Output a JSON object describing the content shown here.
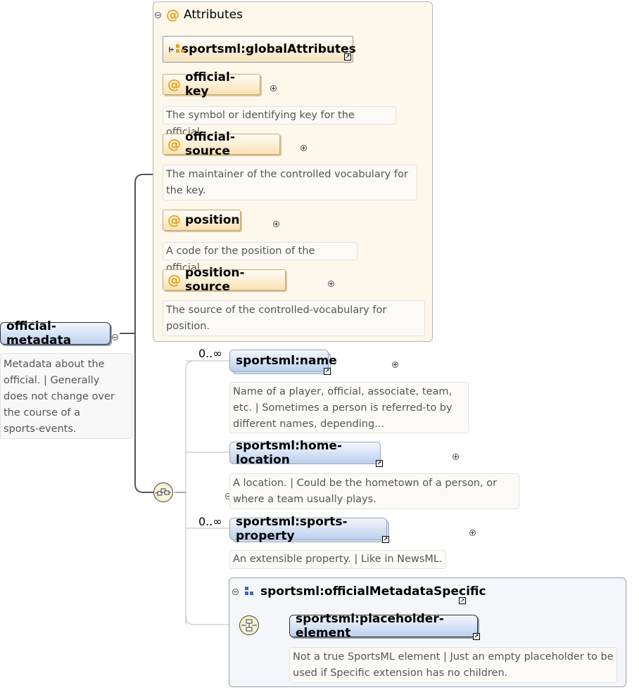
{
  "root": {
    "name": "official-metadata",
    "doc": [
      "Metadata about the",
      "official. | Generally",
      "does not change over",
      "the course of a",
      "sports-events."
    ]
  },
  "attributes": {
    "title": "Attributes",
    "group": "sportsml:globalAttributes",
    "items": [
      {
        "name": "official-key",
        "doc": [
          "The symbol or identifying key for the official."
        ]
      },
      {
        "name": "official-source",
        "doc": [
          "The maintainer of the controlled vocabulary for",
          "the key."
        ]
      },
      {
        "name": "position",
        "doc": [
          "A code for the position of the official."
        ]
      },
      {
        "name": "position-source",
        "doc": [
          "The source of the controlled-vocabulary for",
          "position."
        ]
      }
    ]
  },
  "children": [
    {
      "name": "sportsml:name",
      "occurs": "0..∞",
      "doc": [
        "Name of a player, official, associate, team,",
        "etc. | Sometimes a person is referred-to by",
        "different names, depending..."
      ]
    },
    {
      "name": "sportsml:home-location",
      "occurs": "",
      "doc": [
        "A location. | Could be the hometown of a person, or",
        "where a team usually plays."
      ]
    },
    {
      "name": "sportsml:sports-property",
      "occurs": "0..∞",
      "doc": [
        "An extensible property. | Like in NewsML."
      ]
    }
  ],
  "specific": {
    "group": "sportsml:officialMetadataSpecific",
    "element": "sportsml:placeholder-element",
    "doc": [
      "Not a true SportsML element | Just an empty placeholder to be",
      "used if Specific extension has no children."
    ]
  },
  "icons": {
    "attribute": "at-icon",
    "group": "attribute-group-icon",
    "sequence": "sequence-icon",
    "reference": "reference-arrow-icon"
  }
}
